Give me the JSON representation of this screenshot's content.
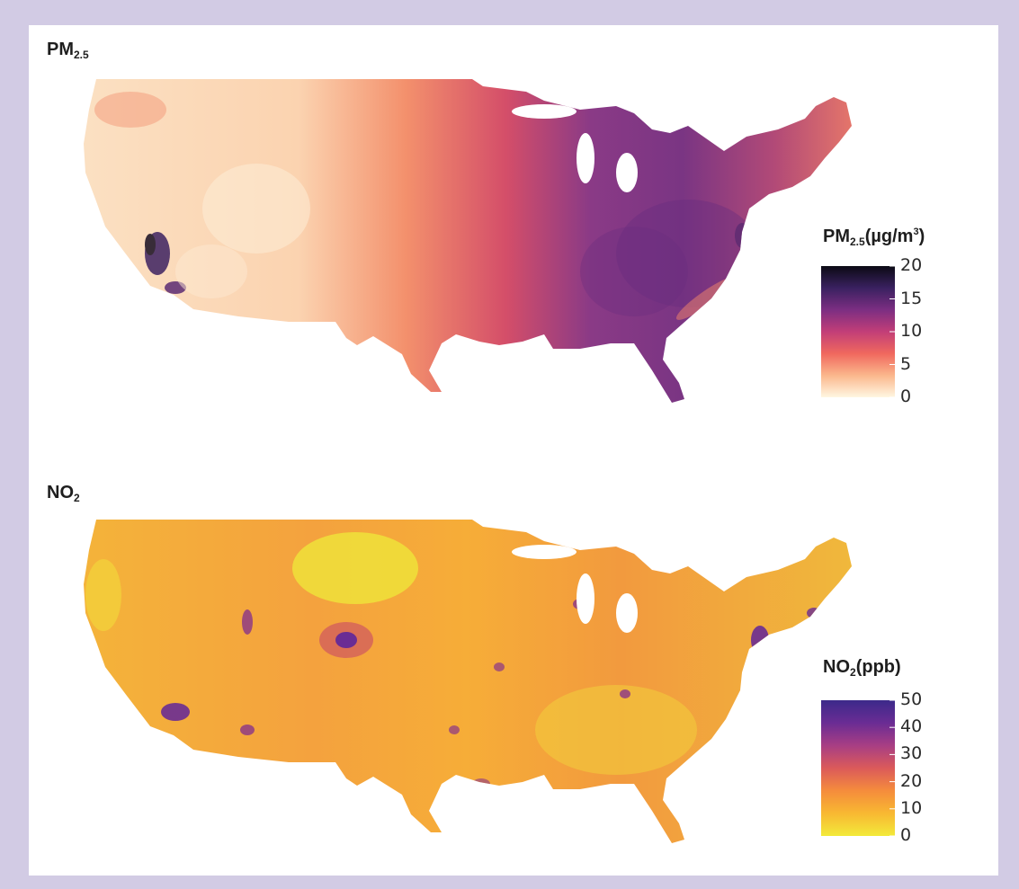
{
  "maps": [
    {
      "id": "pm25",
      "title_main": "PM",
      "title_sub": "2.5",
      "legend": {
        "main": "PM",
        "sub": "2.5",
        "unit_open": "(µg/m",
        "unit_sup": "3",
        "unit_close": ")",
        "ticks": [
          "20",
          "15",
          "10",
          "5",
          "0"
        ],
        "tick_values": [
          20,
          15,
          10,
          5,
          0
        ],
        "range": [
          0,
          20
        ],
        "colors": [
          "#fff7e2",
          "#fbb78c",
          "#f0685e",
          "#c23e78",
          "#7c2e82",
          "#3a2160",
          "#0b0a14"
        ]
      }
    },
    {
      "id": "no2",
      "title_main": "NO",
      "title_sub": "2",
      "legend": {
        "main": "NO",
        "sub": "2",
        "unit_open": "(ppb)",
        "ticks": [
          "50",
          "40",
          "30",
          "20",
          "10",
          "0"
        ],
        "tick_values": [
          50,
          40,
          30,
          20,
          10,
          0
        ],
        "range": [
          0,
          50
        ],
        "colors": [
          "#f3ea3a",
          "#f8b832",
          "#f58c3c",
          "#db5a5a",
          "#a83e84",
          "#6a2c94",
          "#3c2a8a"
        ]
      }
    }
  ]
}
